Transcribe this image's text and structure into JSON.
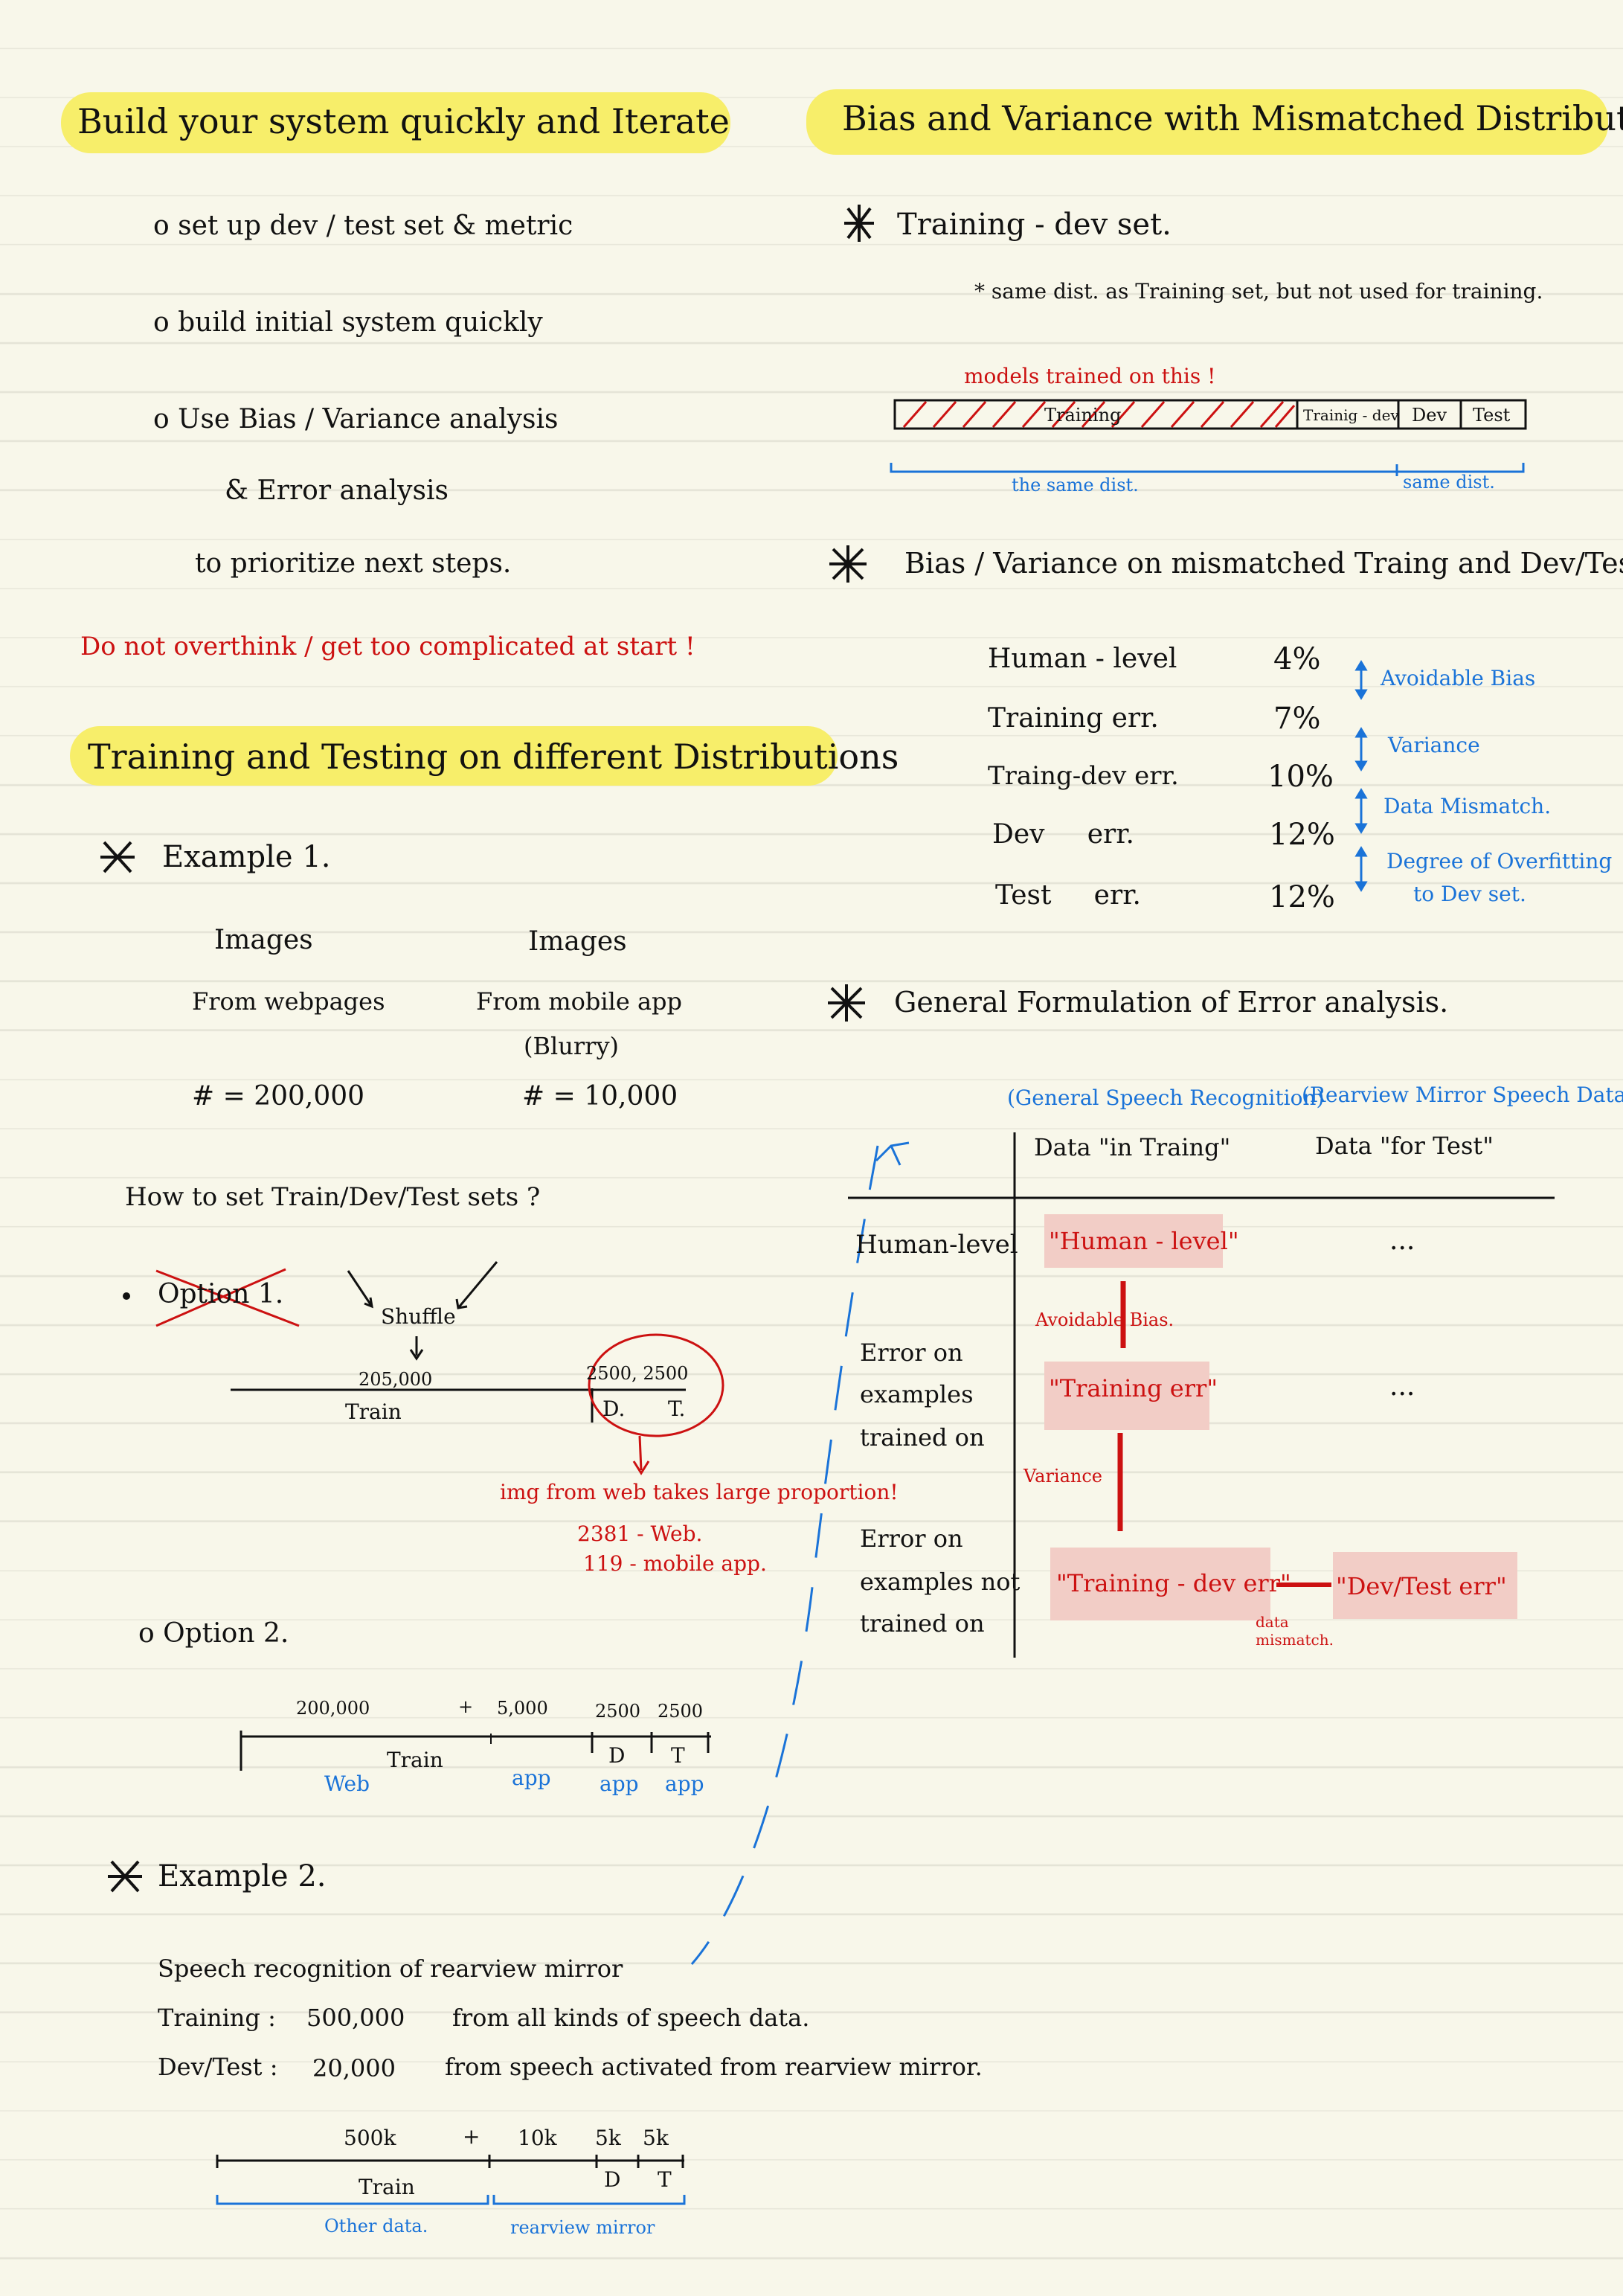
{
  "left": {
    "s1": {
      "title": "Build your system quickly and Iterate",
      "b1": "o set up  dev / test  set & metric",
      "b2": "o build  initial  system  quickly",
      "b3": "o Use  Bias / Variance  analysis",
      "b3b": "& Error  analysis",
      "b3c": "to  prioritize  next  steps.",
      "warn": "Do not overthink / get too complicated at start !"
    },
    "s2": {
      "title": "Training and Testing on different Distributions",
      "ex1": "Example 1.",
      "imgA": "Images",
      "imgA2": "From webpages",
      "imgB": "Images",
      "imgB2": "From  mobile  app",
      "imgB3": "(Blurry)",
      "countA": "# = 200,000",
      "countB": "# = 10,000",
      "question": "How to set Train/Dev/Test sets ?",
      "opt1": "Option 1.",
      "shuffle": "Shuffle",
      "o1_train_n": "205,000",
      "o1_dt_n": "2500, 2500",
      "o1_train": "Train",
      "o1_d": "D.",
      "o1_t": "T.",
      "o1_note": "img from web takes large proportion!",
      "o1_web": "2381 - Web.",
      "o1_app": "119 - mobile app.",
      "opt2": "o Option 2.",
      "o2_n1": "200,000",
      "o2_plus": "+",
      "o2_n2": "5,000",
      "o2_n3": "2500",
      "o2_n4": "2500",
      "o2_train": "Train",
      "o2_d": "D",
      "o2_t": "T",
      "o2_web": "Web",
      "o2_app1": "app",
      "o2_app2": "app",
      "o2_app3": "app",
      "ex2": "Example 2.",
      "e2_l1": "Speech  recognition  of  rearview  mirror",
      "e2_l2a": "Training :",
      "e2_l2b": "500,000",
      "e2_l2c": "from  all kinds of speech data.",
      "e2_l3a": "Dev/Test :",
      "e2_l3b": "20,000",
      "e2_l3c": "from  speech activated from rearview mirror.",
      "e2_n1": "500k",
      "e2_plus": "+",
      "e2_n2": "10k",
      "e2_n3": "5k",
      "e2_n4": "5k",
      "e2_train": "Train",
      "e2_d": "D",
      "e2_t": "T",
      "e2_other": "Other data.",
      "e2_rear": "rearview  mirror"
    }
  },
  "right": {
    "title": "Bias and Variance with Mismatched Distribution",
    "td_head": "Training - dev set.",
    "td_note": "* same dist. as Training set, but not used for training.",
    "td_models": "models trained on this !",
    "bar_training": "Training",
    "bar_tdev": "Trainig - dev",
    "bar_dev": "Dev",
    "bar_test": "Test",
    "same1": "the  same  dist.",
    "same2": "same dist.",
    "bv_head": "Bias / Variance  on  mismatched Traing and Dev/Test.",
    "rows": [
      {
        "label": "Human - level",
        "val": "4%",
        "gap": "Avoidable Bias"
      },
      {
        "label": "Training err.",
        "val": "7%",
        "gap": "Variance"
      },
      {
        "label": "Traing-dev err.",
        "val": "10%",
        "gap": "Data Mismatch."
      },
      {
        "label": "Dev     err.",
        "val": "12%",
        "gap": "Degree of Overfitting"
      },
      {
        "label": "Test     err.",
        "val": "12%",
        "gap": "to Dev set."
      }
    ],
    "gf_head": "General Formulation of Error analysis.",
    "col1_top": "(General Speech Recognition)",
    "col2_top": "(Rearview Mirror Speech Data)",
    "col1": "Data \"in Traing\"",
    "col2": "Data \"for Test\"",
    "r1": "Human-level",
    "r2a": "Error  on",
    "r2b": "examples",
    "r2c": "trained on",
    "r3a": "Error  on",
    "r3b": "examples not",
    "r3c": "trained on",
    "c_hl": "\"Human - level\"",
    "c_tr": "\"Training err\"",
    "c_td": "\"Training - dev err\"",
    "c_dt": "\"Dev/Test err\"",
    "c_ab": "Avoidable  Bias.",
    "c_var": "Variance",
    "c_mm": "data mismatch.",
    "dots1": "...",
    "dots2": "..."
  }
}
